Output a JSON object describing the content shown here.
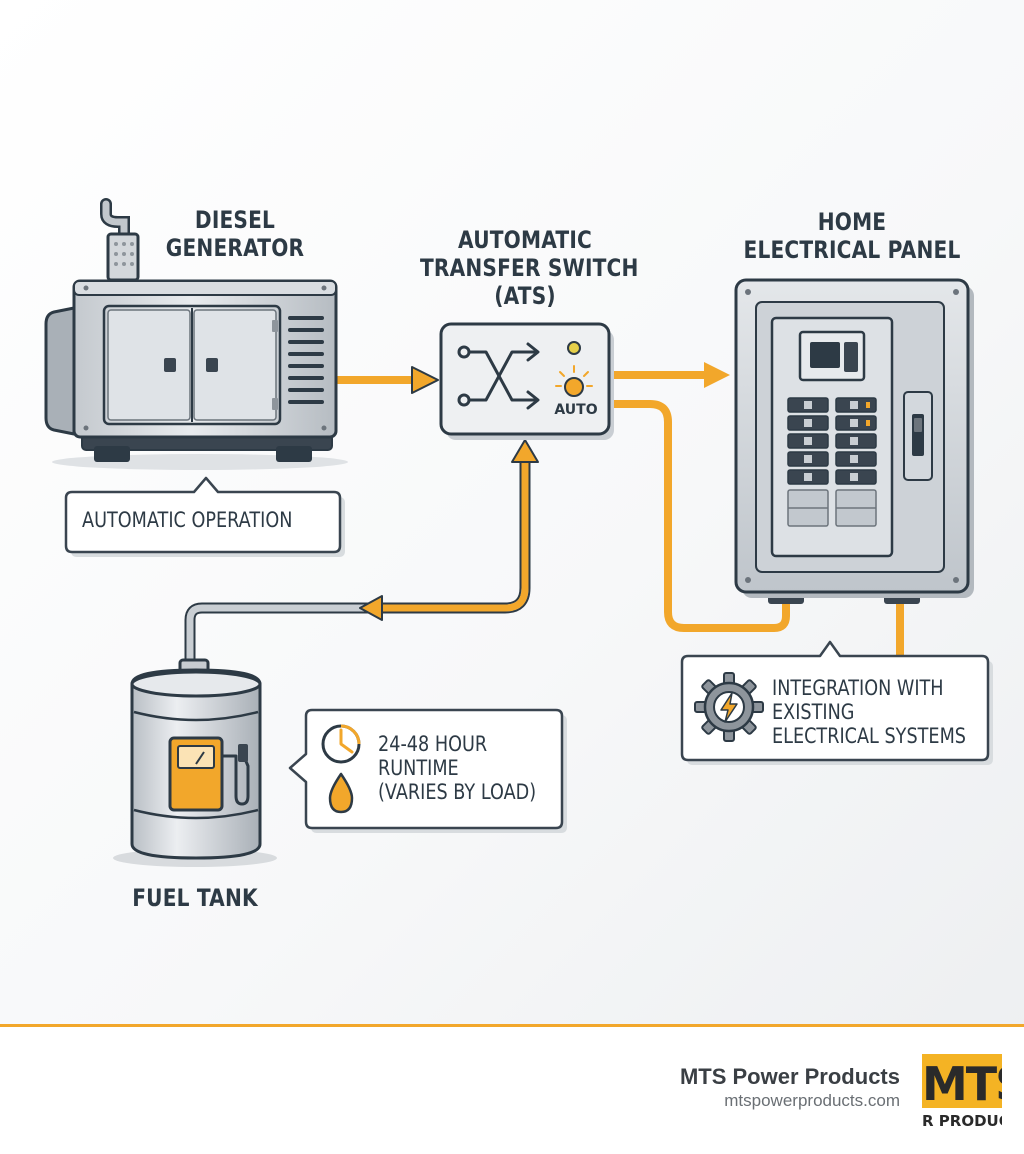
{
  "labels": {
    "generator": [
      "DIESEL",
      "GENERATOR"
    ],
    "ats": [
      "AUTOMATIC",
      "TRANSFER SWITCH",
      "(ATS)"
    ],
    "panel": [
      "HOME",
      "ELECTRICAL PANEL"
    ],
    "fuel_tank": "FUEL TANK"
  },
  "ats_mode": "AUTO",
  "callouts": {
    "automatic_operation": "AUTOMATIC OPERATION",
    "runtime": [
      "24-48 HOUR",
      "RUNTIME",
      "(VARIES BY LOAD)"
    ],
    "integration": [
      "INTEGRATION WITH",
      "EXISTING",
      "ELECTRICAL SYSTEMS"
    ]
  },
  "footer": {
    "company": "MTS Power Products",
    "url": "mtspowerproducts.com",
    "logo_text": [
      "MTS",
      "R PRODUC"
    ]
  },
  "icons": {
    "ats": "switch-arrows-icon",
    "runtime_clock": "clock-icon",
    "runtime_drop": "fuel-drop-icon",
    "fuel_pump": "fuel-pump-icon",
    "integration": "gear-lightning-icon"
  },
  "colors": {
    "accent": "#f2a72b",
    "outline": "#2d3a45",
    "steel": "#c7ccd1",
    "steel_light": "#e6e9ec",
    "steel_dark": "#8e959c",
    "fuel": "#f2a72b"
  }
}
